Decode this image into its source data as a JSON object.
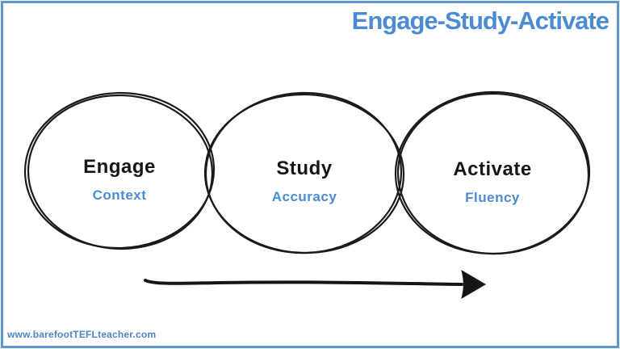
{
  "title": "Engage-Study-Activate",
  "stages": [
    {
      "name": "Engage",
      "sub": "Context"
    },
    {
      "name": "Study",
      "sub": "Accuracy"
    },
    {
      "name": "Activate",
      "sub": "Fluency"
    }
  ],
  "watermark": "www.barefootTEFLteacher.com",
  "colors": {
    "accent_blue": "#4a8bd3",
    "border_blue": "#5e96cf",
    "ink_black": "#161616"
  }
}
